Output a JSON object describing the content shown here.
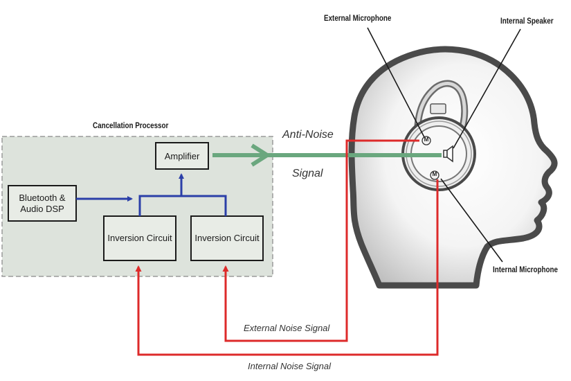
{
  "diagram": {
    "title": "Cancellation Processor",
    "blocks": {
      "amplifier": "Amplifier",
      "bluetooth": "Bluetooth & Audio DSP",
      "inversion_left": "Inversion Circuit",
      "inversion_right": "Inversion Circuit"
    },
    "signals": {
      "anti_noise_line1": "Anti-Noise",
      "anti_noise_line2": "Signal",
      "external_noise": "External Noise Signal",
      "internal_noise": "Internal Noise Signal"
    },
    "callouts": {
      "external_mic": "External Microphone",
      "internal_speaker": "Internal Speaker",
      "internal_mic": "Internal Microphone"
    },
    "mic_glyph": "M",
    "colors": {
      "processor_bg": "#dde3dc",
      "anti_noise": "#6aa77e",
      "internal_path": "#2b3fa8",
      "noise_path": "#dd2a2a",
      "head_outline": "#4a4a4a"
    }
  }
}
